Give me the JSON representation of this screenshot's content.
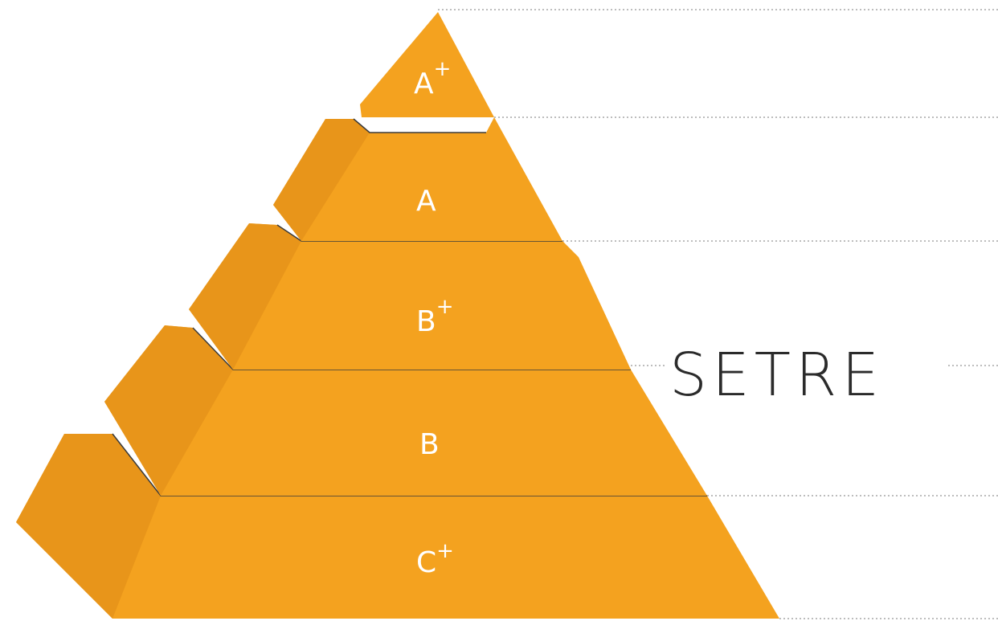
{
  "brand": {
    "name": "SETRE"
  },
  "colors": {
    "tier_fill": "#F4A21F",
    "tier_shade": "#E8951A",
    "label": "#FFFFFF",
    "brand_text": "#2B2B2B",
    "guide": "#BDBDBD"
  },
  "tiers": [
    {
      "id": "a-plus",
      "base": "A",
      "sup": "+"
    },
    {
      "id": "a",
      "base": "A",
      "sup": ""
    },
    {
      "id": "b-plus",
      "base": "B",
      "sup": "+"
    },
    {
      "id": "b",
      "base": "B",
      "sup": ""
    },
    {
      "id": "c-plus",
      "base": "C",
      "sup": "+"
    }
  ]
}
